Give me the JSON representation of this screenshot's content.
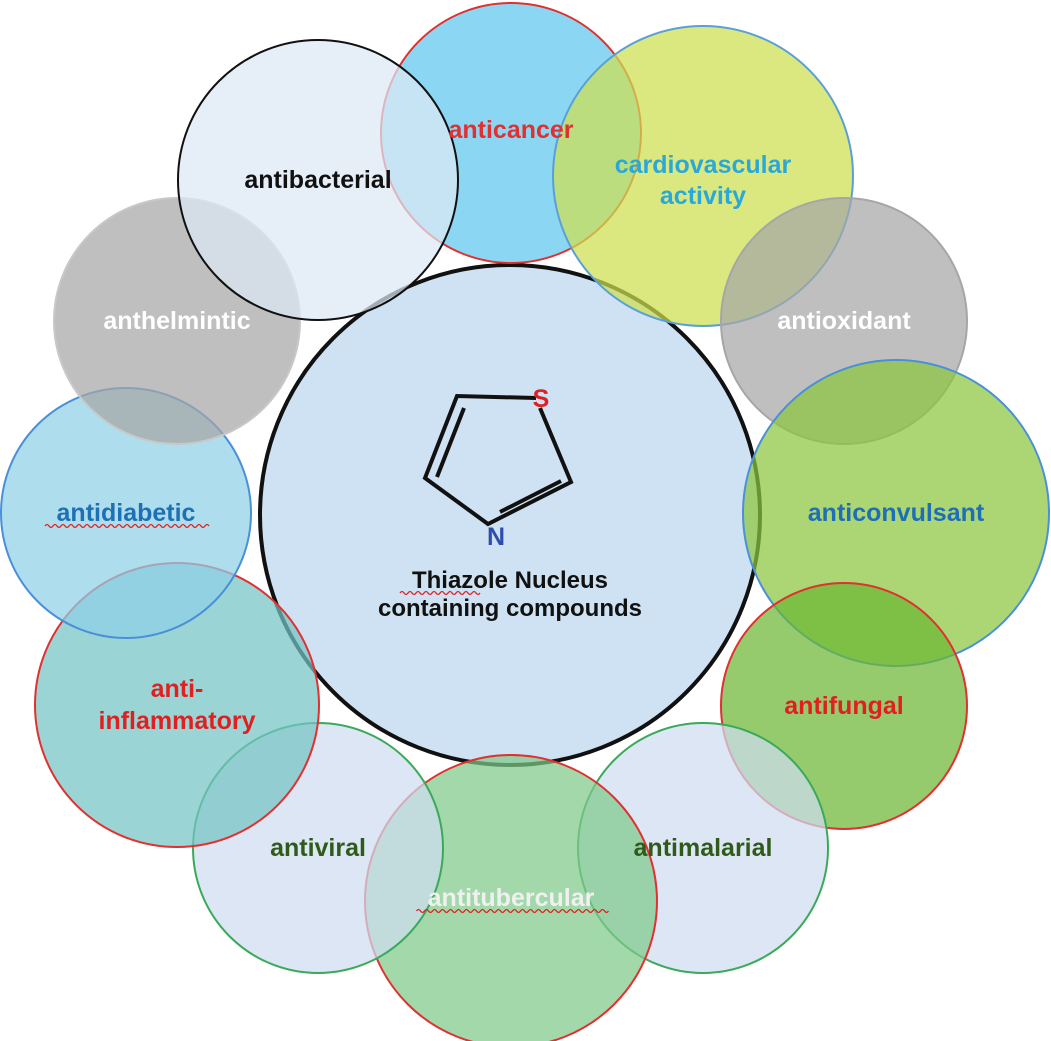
{
  "center": {
    "title_line1": "Thiazole Nucleus",
    "title_line2": "containing compounds",
    "atom_s": "S",
    "atom_n": "N",
    "fill": "#cfe2f3",
    "stroke": "#111111",
    "atom_s_color": "#e02020",
    "atom_n_color": "#2e4bb0"
  },
  "activities": [
    {
      "id": "anticancer",
      "lines": [
        "anticancer"
      ],
      "fill": "#5ec8ef",
      "stroke": "#e03030",
      "text_color": "#e03030"
    },
    {
      "id": "cardiovascular",
      "lines": [
        "cardiovascular",
        "activity"
      ],
      "fill": "#cddf4f",
      "stroke": "#5aa0d8",
      "text_color": "#29a9d9"
    },
    {
      "id": "antioxidant",
      "lines": [
        "antioxidant"
      ],
      "fill": "#a6a6a6",
      "stroke": "#a6a6a6",
      "text_color": "#ffffff"
    },
    {
      "id": "anticonvulsant",
      "lines": [
        "anticonvulsant"
      ],
      "fill": "#8cc63f",
      "stroke": "#4a90d9",
      "text_color": "#1e6fb5"
    },
    {
      "id": "antifungal",
      "lines": [
        "antifungal"
      ],
      "fill": "#6cb535",
      "stroke": "#e03030",
      "text_color": "#e02020"
    },
    {
      "id": "antimalarial",
      "lines": [
        "antimalarial"
      ],
      "fill": "#cfdcf0",
      "stroke": "#3aaa5a",
      "text_color": "#2e5a1a"
    },
    {
      "id": "antitubercular",
      "lines": [
        "antitubercular"
      ],
      "fill": "#7fc98a",
      "stroke": "#e03030",
      "text_color": "#f0f0f0"
    },
    {
      "id": "antiviral",
      "lines": [
        "antiviral"
      ],
      "fill": "#cfdcf0",
      "stroke": "#3aaa5a",
      "text_color": "#2e5a1a"
    },
    {
      "id": "antiinflammatory",
      "lines": [
        "anti-",
        "inflammatory"
      ],
      "fill": "#74c4c4",
      "stroke": "#e03030",
      "text_color": "#e02020"
    },
    {
      "id": "antidiabetic",
      "lines": [
        "antidiabetic"
      ],
      "fill": "#8fd0e8",
      "stroke": "#4a90d9",
      "text_color": "#1e6fb5"
    },
    {
      "id": "anthelmintic",
      "lines": [
        "anthelmintic"
      ],
      "fill": "#a6a6a6",
      "stroke": "#c8c8c8",
      "text_color": "#ffffff"
    },
    {
      "id": "antibacterial",
      "lines": [
        "antibacterial"
      ],
      "fill": "#dde9f4",
      "stroke": "#111111",
      "text_color": "#111111"
    }
  ]
}
